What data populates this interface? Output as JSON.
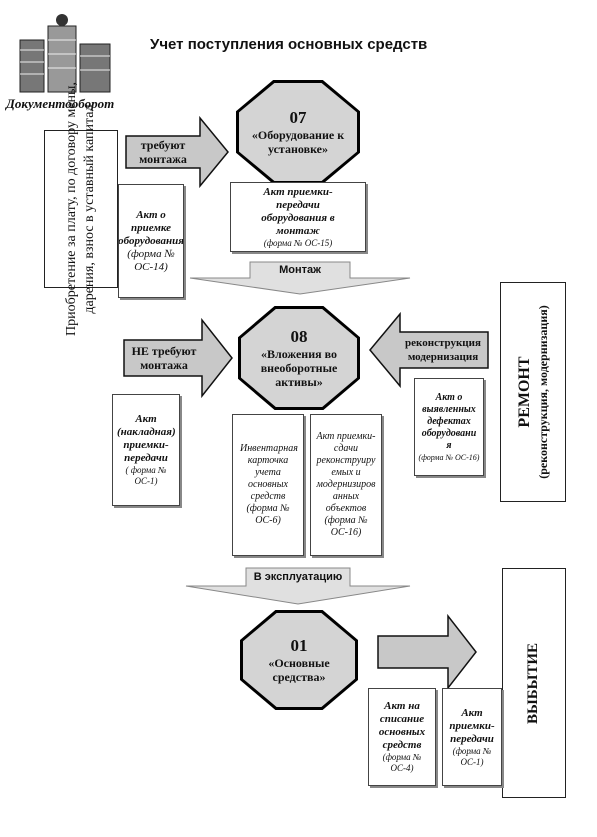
{
  "title": "Учет поступления основных средств",
  "logo": {
    "caption": "Документооборот"
  },
  "left_box": {
    "lines": [
      "Приобретение за плату, по договору мены,",
      "дарения, взнос в уставный капитал"
    ]
  },
  "right_box": {
    "title": "РЕМОНТ",
    "subtitle": "(реконструкция, модернизация)"
  },
  "disposal_box": {
    "label": "ВЫБЫТИЕ"
  },
  "accounts": {
    "a07": {
      "code": "07",
      "name": "«Оборудование к установке»"
    },
    "a08": {
      "code": "08",
      "name": "«Вложения во внеоборотные активы»"
    },
    "a01": {
      "code": "01",
      "name": "«Основные средства»"
    }
  },
  "arrows": {
    "need_install": "требуют монтажа",
    "no_install": "НЕ требуют монтажа",
    "reconstruction": "реконструкция модернизация"
  },
  "flows": {
    "installation": "Монтаж",
    "operation": "В эксплуатацию"
  },
  "docs": {
    "os14": {
      "title": "Акт о приемке оборудования",
      "form": "(форма № ОС-14)"
    },
    "os15": {
      "title": "Акт приемки-передачи оборудования в монтаж",
      "form": "(форма № ОС-15)"
    },
    "os1_in": {
      "title": "Акт (накладная) приемки-передачи",
      "form": "( форма № ОС-1)"
    },
    "os6": {
      "title": "Инвентарная карточка учета основных средств",
      "form": "(форма № ОС-6)"
    },
    "os16_mod": {
      "title": "Акт приемки-сдачи реконструируемых и модернизированных объектов",
      "form": "(форма № ОС-16)"
    },
    "os16_def": {
      "title": "Акт о выявленных дефектах оборудования",
      "form": "(форма № ОС-16)"
    },
    "os4": {
      "title": "Акт на списание основных средств",
      "form": "(форма № ОС-4)"
    },
    "os1_out": {
      "title": "Акт приемки-передачи",
      "form": "(форма № ОС-1)"
    }
  }
}
